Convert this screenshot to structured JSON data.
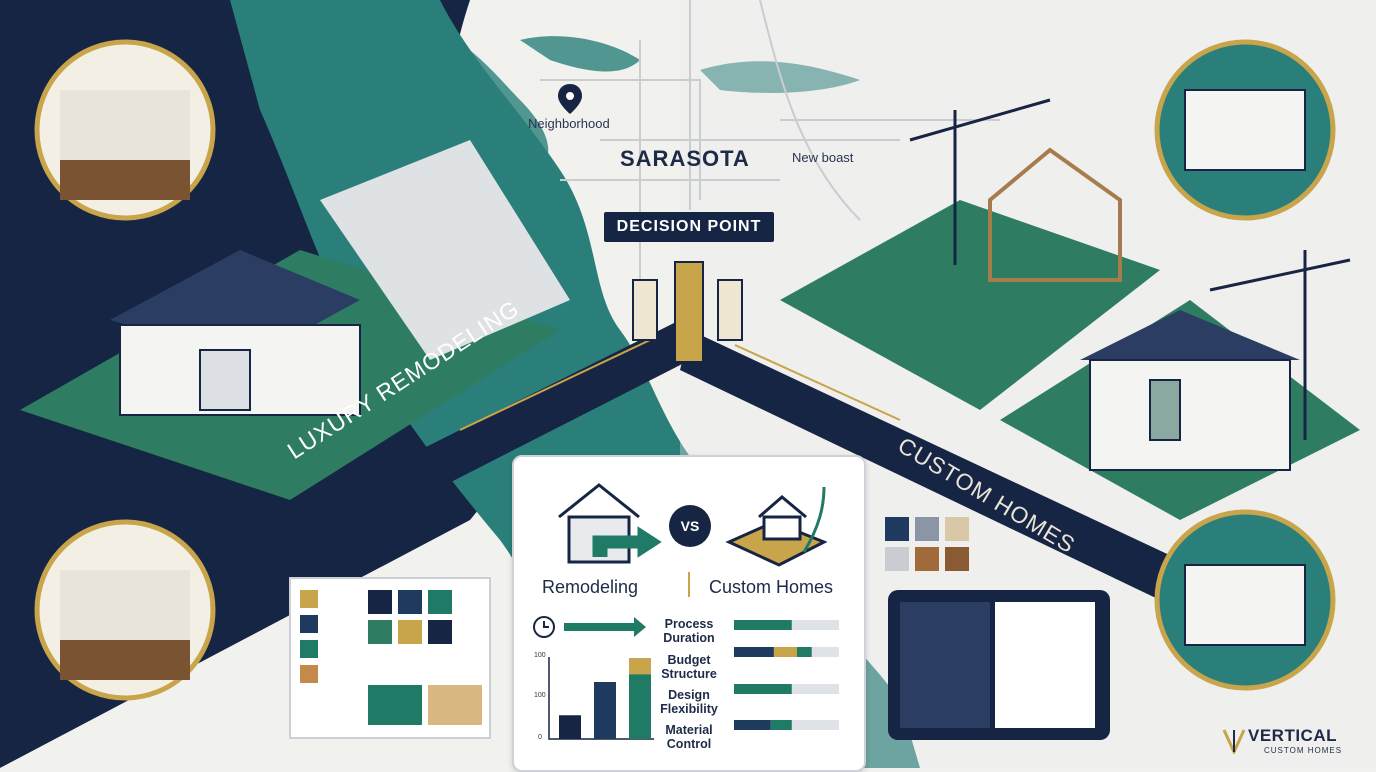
{
  "map": {
    "neighborhood_label": "Neighborhood",
    "city_label": "SARASOTA",
    "area_label": "New boast",
    "decision_label": "DECISION POINT"
  },
  "paths": {
    "left_label": "LUXURY REMODELING",
    "right_label": "CUSTOM HOMES"
  },
  "comparison": {
    "vs_label": "VS",
    "left_title": "Remodeling",
    "right_title": "Custom Homes",
    "metrics": [
      "Process Duration",
      "Budget Structure",
      "Design Flexibility",
      "Material Control"
    ],
    "axis_ticks": [
      "100",
      "100",
      "0"
    ],
    "bar_chart": [
      {
        "value": 25,
        "color": "#172544"
      },
      {
        "value": 60,
        "color": "#1f3a5f"
      },
      {
        "value": 85,
        "color": "#1f7a66",
        "cap_color": "#c8a44a"
      }
    ],
    "metric_bars": [
      {
        "segments": [
          {
            "frac": 0.55,
            "color": "#1f7a66"
          }
        ]
      },
      {
        "segments": [
          {
            "frac": 0.38,
            "color": "#1f3a5f"
          },
          {
            "frac": 0.22,
            "color": "#c8a44a"
          },
          {
            "frac": 0.14,
            "color": "#1f7a66"
          }
        ]
      },
      {
        "segments": [
          {
            "frac": 0.55,
            "color": "#1f7a66"
          }
        ]
      },
      {
        "segments": [
          {
            "frac": 0.35,
            "color": "#1f3a5f"
          },
          {
            "frac": 0.2,
            "color": "#1f7a66"
          }
        ]
      }
    ]
  },
  "brand": {
    "name": "VERTICAL",
    "tagline": "CUSTOM HOMES"
  },
  "colors": {
    "navy": "#172544",
    "teal": "#1f7a66",
    "gold": "#c8a44a",
    "sea": "#2a7f7a",
    "land": "#f1f1ee"
  }
}
